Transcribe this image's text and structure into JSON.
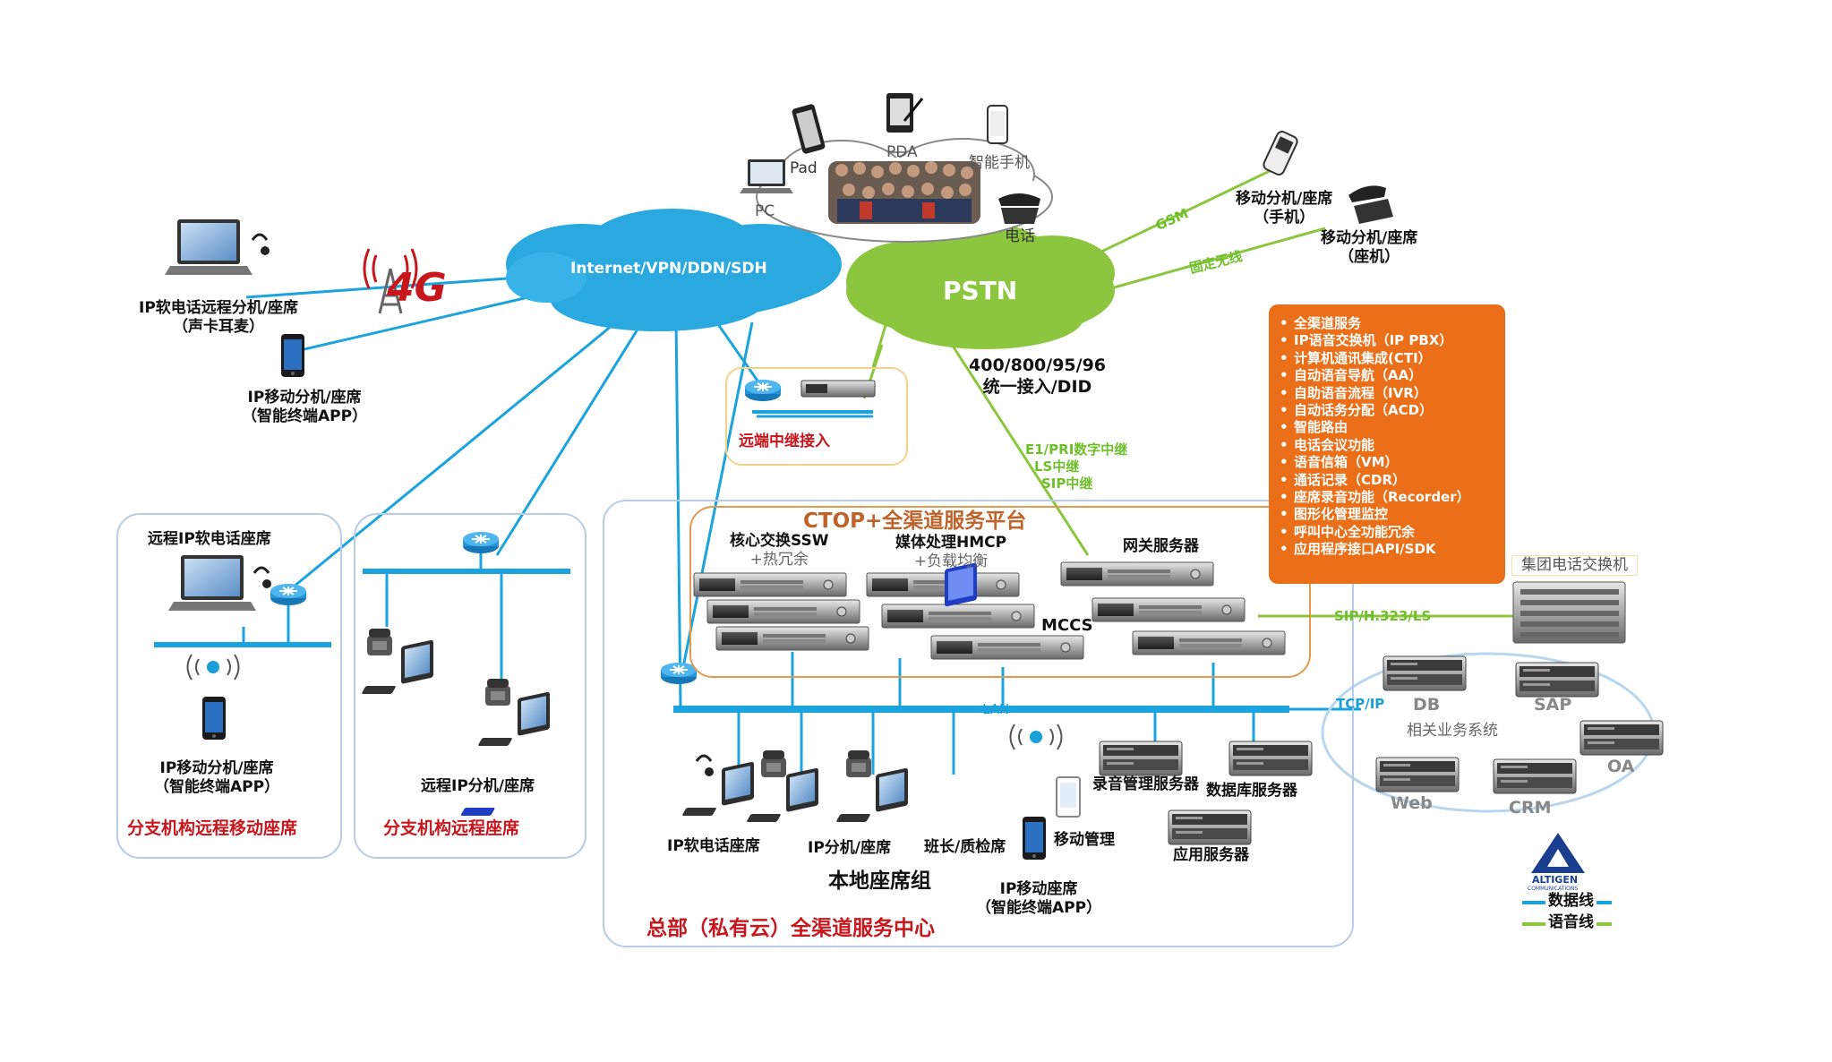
{
  "clouds": {
    "internet": "Internet/VPN/DDN/SDH",
    "pstn": "PSTN"
  },
  "top_devices": {
    "pda": "PDA",
    "pad": "Pad",
    "pc": "PC",
    "smartphone": "智能手机",
    "phone": "电话"
  },
  "mobile_ext": {
    "phone_line1": "移动分机/座席",
    "phone_line2": "（手机）",
    "desk_line1": "移动分机/座席",
    "desk_line2": "（座机）",
    "gsm": "GSM",
    "fixed_wireless": "固定无线"
  },
  "left_remote": {
    "softphone_line1": "IP软电话远程分机/座席",
    "softphone_line2": "（声卡耳麦）",
    "mobile_line1": "IP移动分机/座席",
    "mobile_line2": "（智能终端APP）",
    "badge_4g": "4G"
  },
  "trunk": {
    "remote_trunk": "远端中继接入",
    "access_line1": "400/800/95/96",
    "access_line2": "统一接入/DID",
    "e1": "E1/PRI数字中继",
    "ls": "LS中继",
    "sip": "SIP中继"
  },
  "features": [
    "全渠道服务",
    "IP语音交换机（IP PBX）",
    "计算机通讯集成(CTI）",
    "自动语音导航（AA）",
    "自助语音流程（IVR）",
    "自动话务分配（ACD）",
    "智能路由",
    "电话会议功能",
    "语音信箱（VM）",
    "通话记录（CDR）",
    "座席录音功能（Recorder）",
    "图形化管理监控",
    "呼叫中心全功能冗余",
    "应用程序接口API/SDK"
  ],
  "branch_mobile": {
    "title": "远程IP软电话座席",
    "mobile_line1": "IP移动分机/座席",
    "mobile_line2": "（智能终端APP）",
    "caption": "分支机构远程移动座席"
  },
  "branch_remote": {
    "agent_label": "远程IP分机/座席",
    "caption": "分支机构远程座席"
  },
  "hq": {
    "platform_title": "CTOP+全渠道服务平台",
    "core_line1": "核心交换SSW",
    "core_line2": "+热冗余",
    "media_line1": "媒体处理HMCP",
    "media_line2": "+负载均衡",
    "gateway": "网关服务器",
    "mccs": "MCCS",
    "lan": "LAN",
    "softphone_seat": "IP软电话座席",
    "ip_ext_seat": "IP分机/座席",
    "supervisor": "班长/质检席",
    "local_group": "本地座席组",
    "recording_server": "录音管理服务器",
    "db_server": "数据库服务器",
    "app_server": "应用服务器",
    "mobile_mgmt": "移动管理",
    "mobile_seat_line1": "IP移动座席",
    "mobile_seat_line2": "（智能终端APP）",
    "caption": "总部（私有云）全渠道服务中心"
  },
  "group_pbx": {
    "label": "集团电话交换机",
    "link": "SIP/H.323/LS"
  },
  "business": {
    "tcpip": "TCP/IP",
    "center": "相关业务系统",
    "db": "DB",
    "sap": "SAP",
    "oa": "OA",
    "web": "Web",
    "crm": "CRM"
  },
  "logo": {
    "brand": "ALTIGEN",
    "tagline": "COMMUNICATIONS"
  },
  "legend": {
    "data_line": "数据线",
    "voice_line": "语音线"
  },
  "colors": {
    "data_line": "#1aa3dc",
    "voice_line": "#8cc63f",
    "internet_cloud": "#2aa8e0",
    "pstn_cloud": "#8cc63f",
    "feature_panel": "#eb6f19",
    "caption_red": "#c8161d"
  }
}
